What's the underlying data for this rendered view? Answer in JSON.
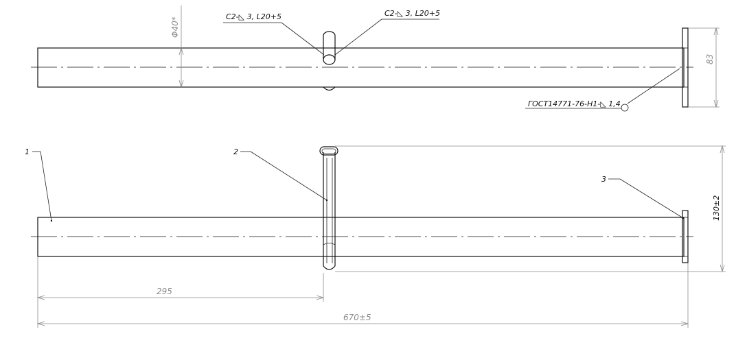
{
  "colors": {
    "line": "#111111",
    "dimension": "#8a8a8a",
    "background": "#ffffff"
  },
  "top_view": {
    "diameter_label": "Φ40*",
    "weld_left": "C2-◺ 3, L20+5",
    "weld_right": "C2-◺ 3, L20+5",
    "flange_height_label": "83",
    "gost_weld": "ГОСТ14771-76-Н1-◺ 1,4"
  },
  "front_view": {
    "callouts": [
      "1",
      "2",
      "3"
    ],
    "height_label": "130±2",
    "pin_offset_label": "295",
    "length_label": "670±5"
  }
}
